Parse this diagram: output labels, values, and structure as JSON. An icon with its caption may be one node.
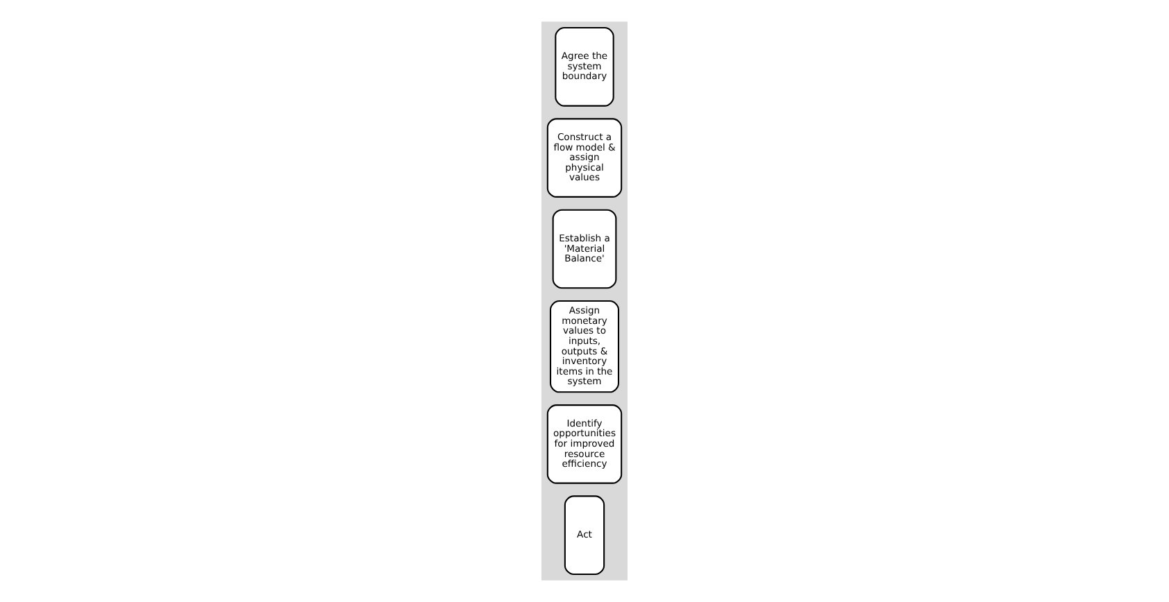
{
  "diagram": {
    "nodes": [
      {
        "text": [],
        "shape": "arrow"
      },
      {
        "text": [
          "Agree the system boundary"
        ],
        "in": 0
      },
      {
        "text": [
          "Construct a flow model & assign physical values"
        ],
        "in": 0
      },
      {
        "text": [
          "Establish a 'Material Balance'"
        ],
        "in": 0
      },
      {
        "text": [
          "Assign monetary values to inputs, outputs & inventory items in the system"
        ],
        "in": 0
      },
      {
        "text": [
          "Identify opportunities for improved resource efficiency"
        ],
        "in": 0
      },
      {
        "text": [
          "Act"
        ],
        "in": 0
      }
    ],
    "edges": []
  }
}
